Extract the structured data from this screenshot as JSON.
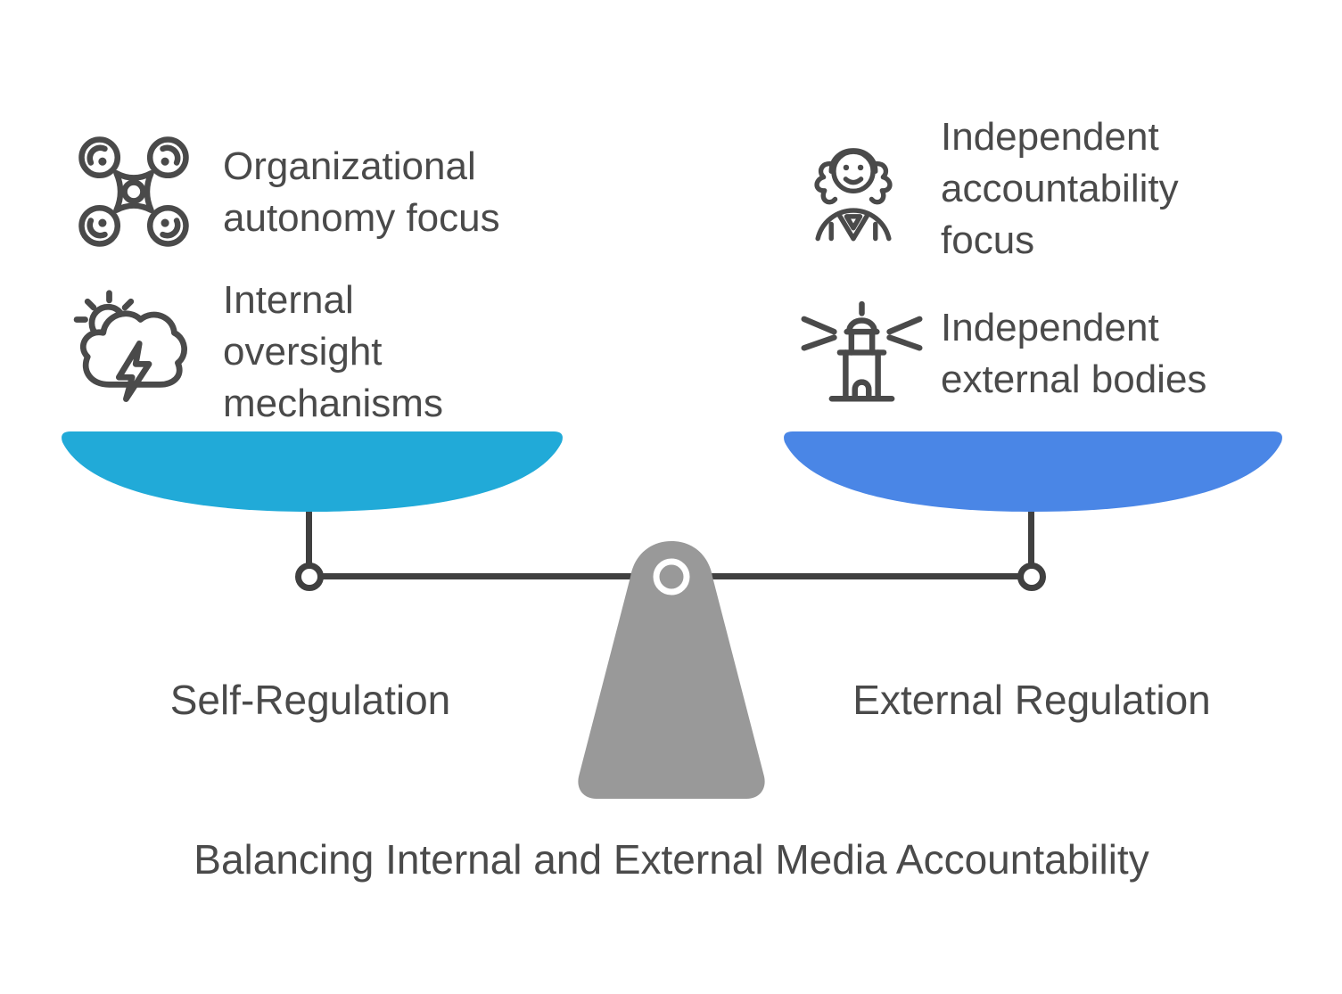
{
  "title": "Balancing Internal and External Media Accountability",
  "scale": {
    "left": {
      "label": "Self-Regulation",
      "pan_color": "#21AAD8",
      "items": [
        {
          "icon": "drone-icon",
          "lines": [
            "Organizational",
            "autonomy focus"
          ]
        },
        {
          "icon": "storm-cloud-icon",
          "lines": [
            "Internal",
            "oversight",
            "mechanisms"
          ]
        }
      ]
    },
    "right": {
      "label": "External Regulation",
      "pan_color": "#4A86E6",
      "items": [
        {
          "icon": "judge-icon",
          "lines": [
            "Independent",
            "accountability",
            "focus"
          ]
        },
        {
          "icon": "lighthouse-icon",
          "lines": [
            "Independent",
            "external bodies"
          ]
        }
      ]
    },
    "fulcrum_color": "#999999",
    "beam_color": "#404040",
    "text_color": "#4A4A4A"
  }
}
